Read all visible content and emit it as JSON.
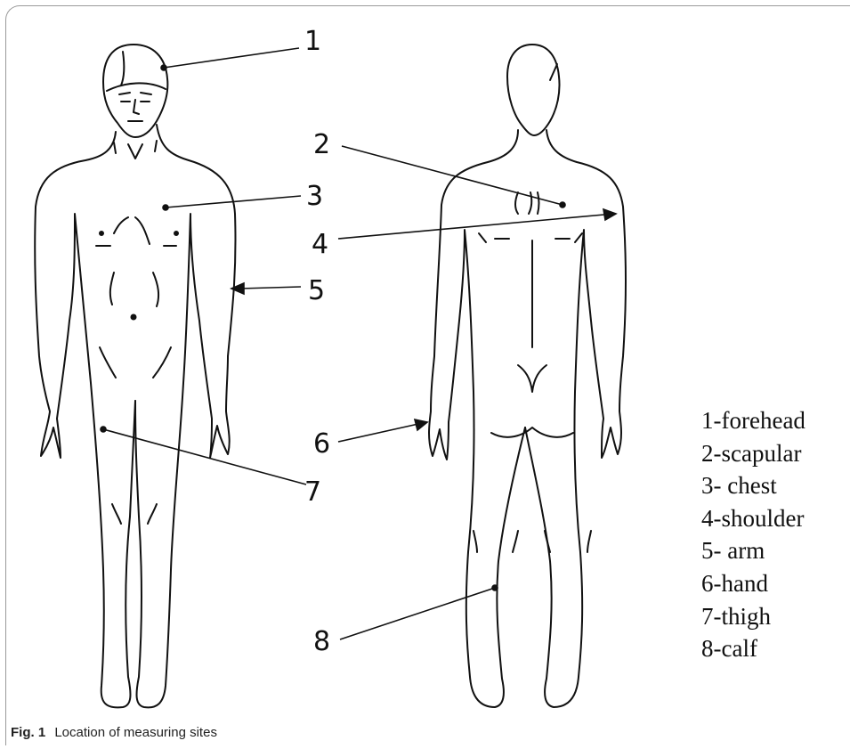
{
  "callouts": [
    "1",
    "2",
    "3",
    "4",
    "5",
    "6",
    "7",
    "8"
  ],
  "legend": [
    "1-forehead",
    "2-scapular",
    "3- chest",
    "4-shoulder",
    "5- arm",
    "6-hand",
    "7-thigh",
    "8-calf"
  ],
  "caption": {
    "label": "Fig. 1",
    "text": "Location of measuring sites"
  }
}
